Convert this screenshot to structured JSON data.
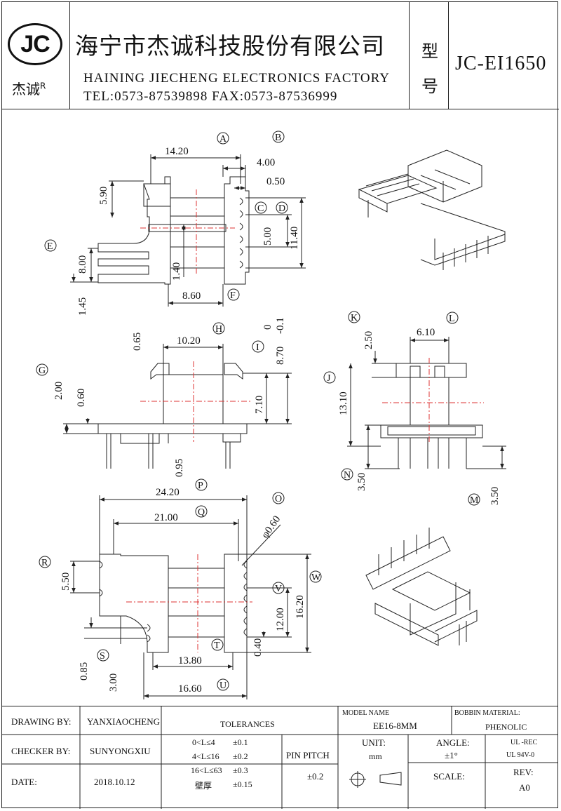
{
  "header": {
    "logo_text": "JC",
    "logo_sub": "杰诚",
    "logo_reg": "R",
    "company_cn": "海宁市杰诚科技股份有限公司",
    "company_en": "HAINING JIECHENG ELECTRONICS FACTORY",
    "contact": "TEL:0573-87539898   FAX:0573-87536999",
    "type_label_1": "型",
    "type_label_2": "号",
    "model": "JC-EI1650"
  },
  "dimensions": {
    "d14_20": "14.20",
    "d4_00": "4.00",
    "d0_50": "0.50",
    "d5_90": "5.90",
    "d5_00": "5.00",
    "d11_40": "11.40",
    "d8_00": "8.00",
    "d1_40": "1.40",
    "d1_45": "1.45",
    "d8_60": "8.60",
    "d0_65": "0.65",
    "d10_20": "10.20",
    "d8_70": "8.70",
    "d8_70_tol_up": "0",
    "d8_70_tol_dn": "-0.1",
    "d2_00": "2.00",
    "d0_60": "0.60",
    "d7_10": "7.10",
    "d0_95": "0.95",
    "d2_50": "2.50",
    "d6_10": "6.10",
    "d13_10": "13.10",
    "d3_50a": "3.50",
    "d3_50b": "3.50",
    "d24_20": "24.20",
    "d21_00": "21.00",
    "dphi": "φ0.60",
    "d5_50": "5.50",
    "d12_00": "12.00",
    "d16_20": "16.20",
    "d0_40": "0.40",
    "d13_80": "13.80",
    "d0_85": "0.85",
    "d3_00": "3.00",
    "d16_60": "16.60"
  },
  "callouts": [
    "A",
    "B",
    "C",
    "D",
    "E",
    "F",
    "G",
    "H",
    "I",
    "J",
    "K",
    "L",
    "M",
    "N",
    "O",
    "P",
    "Q",
    "R",
    "S",
    "T",
    "U",
    "V",
    "W"
  ],
  "title_block": {
    "drawing_by_label": "DRAWING  BY:",
    "drawing_by": "YANXIAOCHENG",
    "checker_by_label": "CHECKER  BY:",
    "checker_by": "SUNYONGXIU",
    "date_label": "DATE:",
    "date": "2018.10.12",
    "tolerances_label": "TOLERANCES",
    "tol_1_range": "0<L≤4",
    "tol_1": "±0.1",
    "tol_2_range": "4<L≤16",
    "tol_2": "±0.2",
    "tol_3_range": "16<L≤63",
    "tol_3": "±0.3",
    "tol_4_range": "壁厚",
    "tol_4": "±0.15",
    "pin_pitch_label": "PIN PITCH",
    "pin_pitch": "±0.2",
    "model_name_label": "MODEL NAME",
    "model_name": "EE16-8MM",
    "bobbin_material_label": "BOBBIN MATERIAL:",
    "bobbin_material": "PHENOLIC",
    "unit_label": "UNIT:",
    "unit": "mm",
    "angle_label": "ANGLE:",
    "angle": "±1°",
    "ul_1": "UL -REC",
    "ul_2": "UL  94V-0",
    "scale_label": "SCALE:",
    "rev_label": "REV:",
    "rev": "A0"
  }
}
